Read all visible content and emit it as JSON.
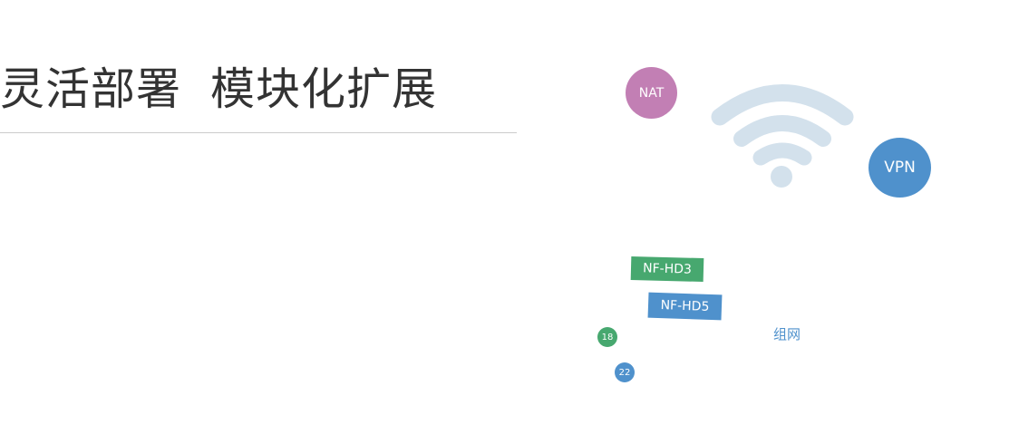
{
  "headline": {
    "part1": "灵活部署",
    "part2": "模块化扩展"
  },
  "badges": {
    "nat": "NAT",
    "vpn": "VPN"
  },
  "tags": {
    "hd3": "NF-HD3",
    "hd5": "NF-HD5"
  },
  "dots": {
    "d18": "18",
    "d22": "22"
  },
  "network_label": "组网",
  "colors": {
    "nat": "#c27fb4",
    "vpn": "#4f91cc",
    "green": "#47a86f",
    "blue": "#4f91cc",
    "wifi": "#d3e1ec",
    "headline": "#333333",
    "divider": "#cccccc"
  },
  "icons": {
    "wifi": "wifi-icon"
  }
}
